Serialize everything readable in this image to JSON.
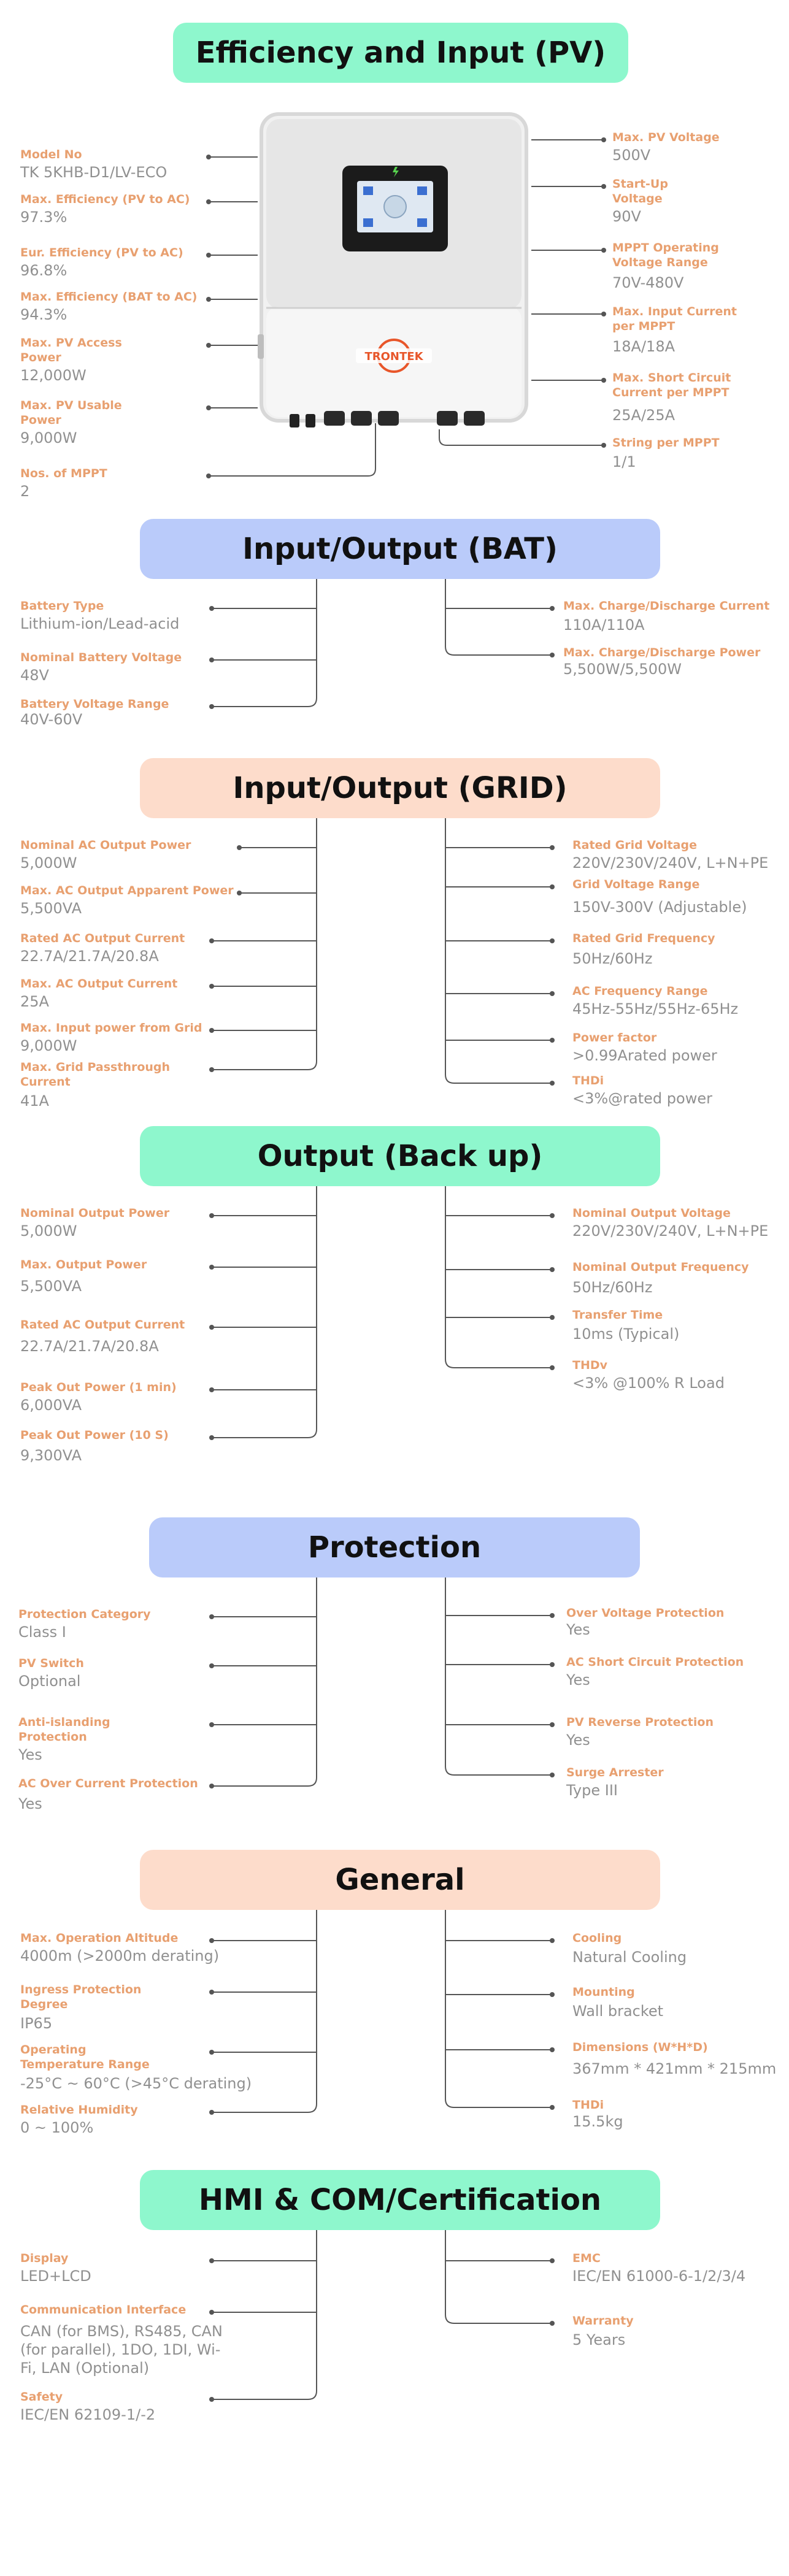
{
  "colors": {
    "banner_green": "#8ef7cd",
    "banner_blue": "#bacbfa",
    "banner_peach": "#fddccb",
    "label": "#e8a070",
    "value": "#909090",
    "connector": "#555555"
  },
  "pv": {
    "title": "Efficiency and Input (PV)",
    "brand_logo": "TRONTEK",
    "left": [
      {
        "label": "Model No",
        "value": "TK 5KHB-D1/LV-ECO"
      },
      {
        "label": "Max. Efficiency (PV to AC)",
        "value": "97.3%"
      },
      {
        "label": "Eur. Efficiency (PV to AC)",
        "value": "96.8%"
      },
      {
        "label": "Max. Efficiency (BAT to AC)",
        "value": "94.3%"
      },
      {
        "label": "Max. PV Access Power",
        "value": "12,000W"
      },
      {
        "label": "Max. PV Usable Power",
        "value": "9,000W"
      },
      {
        "label": "Nos. of MPPT",
        "value": "2"
      }
    ],
    "right": [
      {
        "label": "Max. PV Voltage",
        "value": "500V"
      },
      {
        "label": "Start-Up Voltage",
        "value": "90V"
      },
      {
        "label": "MPPT Operating Voltage Range",
        "value": "70V-480V"
      },
      {
        "label": "Max. Input Current per MPPT",
        "value": "18A/18A"
      },
      {
        "label": "Max. Short Circuit Current per MPPT",
        "value": "25A/25A"
      },
      {
        "label": "String per MPPT",
        "value": "1/1"
      }
    ]
  },
  "bat": {
    "title": "Input/Output (BAT)",
    "left": [
      {
        "label": "Battery Type",
        "value": "Lithium-ion/Lead-acid"
      },
      {
        "label": "Nominal Battery Voltage",
        "value": "48V"
      },
      {
        "label": "Battery Voltage Range",
        "value": "40V-60V"
      }
    ],
    "right": [
      {
        "label": "Max. Charge/Discharge Current",
        "value": "110A/110A"
      },
      {
        "label": "Max. Charge/Discharge Power",
        "value": "5,500W/5,500W"
      }
    ]
  },
  "grid": {
    "title": "Input/Output (GRID)",
    "left": [
      {
        "label": "Nominal AC Output Power",
        "value": "5,000W"
      },
      {
        "label": "Max. AC Output Apparent Power",
        "value": "5,500VA"
      },
      {
        "label": "Rated AC Output Current",
        "value": "22.7A/21.7A/20.8A"
      },
      {
        "label": "Max. AC Output Current",
        "value": "25A"
      },
      {
        "label": "Max. Input power from Grid",
        "value": "9,000W"
      },
      {
        "label": "Max. Grid Passthrough Current",
        "value": "41A"
      }
    ],
    "right": [
      {
        "label": "Rated Grid Voltage",
        "value": "220V/230V/240V, L+N+PE"
      },
      {
        "label": "Grid Voltage Range",
        "value": "150V-300V (Adjustable)"
      },
      {
        "label": "Rated Grid Frequency",
        "value": "50Hz/60Hz"
      },
      {
        "label": "AC Frequency Range",
        "value": "45Hz-55Hz/55Hz-65Hz"
      },
      {
        "label": "Power factor",
        "value": ">0.99Arated power"
      },
      {
        "label": "THDi",
        "value": "<3%@rated power"
      }
    ]
  },
  "backup": {
    "title": "Output (Back up)",
    "left": [
      {
        "label": "Nominal Output Power",
        "value": "5,000W"
      },
      {
        "label": "Max. Output Power",
        "value": "5,500VA"
      },
      {
        "label": "Rated AC Output Current",
        "value": "22.7A/21.7A/20.8A"
      },
      {
        "label": "Peak Out Power (1 min)",
        "value": "6,000VA"
      },
      {
        "label": "Peak Out Power (10 S)",
        "value": "9,300VA"
      }
    ],
    "right": [
      {
        "label": "Nominal Output Voltage",
        "value": "220V/230V/240V, L+N+PE"
      },
      {
        "label": "Nominal Output Frequency",
        "value": "50Hz/60Hz"
      },
      {
        "label": "Transfer Time",
        "value": "10ms (Typical)"
      },
      {
        "label": "THDv",
        "value": "<3% @100% R Load"
      }
    ]
  },
  "protection": {
    "title": "Protection",
    "left": [
      {
        "label": "Protection Category",
        "value": "Class I"
      },
      {
        "label": "PV Switch",
        "value": "Optional"
      },
      {
        "label": "Anti-islanding Protection",
        "value": "Yes"
      },
      {
        "label": "AC Over Current Protection",
        "value": "Yes"
      }
    ],
    "right": [
      {
        "label": "Over Voltage Protection",
        "value": "Yes"
      },
      {
        "label": "AC Short Circuit Protection",
        "value": "Yes"
      },
      {
        "label": "PV Reverse Protection",
        "value": "Yes"
      },
      {
        "label": "Surge Arrester",
        "value": "Type III"
      }
    ]
  },
  "general": {
    "title": "General",
    "left": [
      {
        "label": "Max. Operation Altitude",
        "value": "4000m (>2000m derating)"
      },
      {
        "label": "Ingress Protection Degree",
        "value": "IP65"
      },
      {
        "label": "Operating Temperature Range",
        "value": "-25°C ~ 60°C (>45°C derating)"
      },
      {
        "label": "Relative Humidity",
        "value": "0 ~ 100%"
      }
    ],
    "right": [
      {
        "label": "Cooling",
        "value": "Natural Cooling"
      },
      {
        "label": "Mounting",
        "value": "Wall bracket"
      },
      {
        "label": "Dimensions (W*H*D)",
        "value": "367mm * 421mm * 215mm"
      },
      {
        "label": "THDi",
        "value": "15.5kg"
      }
    ]
  },
  "hmi": {
    "title": "HMI & COM/Certification",
    "left": [
      {
        "label": "Display",
        "value": "LED+LCD"
      },
      {
        "label": "Communication Interface",
        "value": "CAN (for BMS), RS485, CAN (for parallel), 1DO, 1DI, Wi-Fi, LAN (Optional)"
      },
      {
        "label": "Safety",
        "value": "IEC/EN 62109-1/-2"
      }
    ],
    "right": [
      {
        "label": "EMC",
        "value": "IEC/EN 61000-6-1/2/3/4"
      },
      {
        "label": "Warranty",
        "value": "5 Years"
      }
    ]
  }
}
